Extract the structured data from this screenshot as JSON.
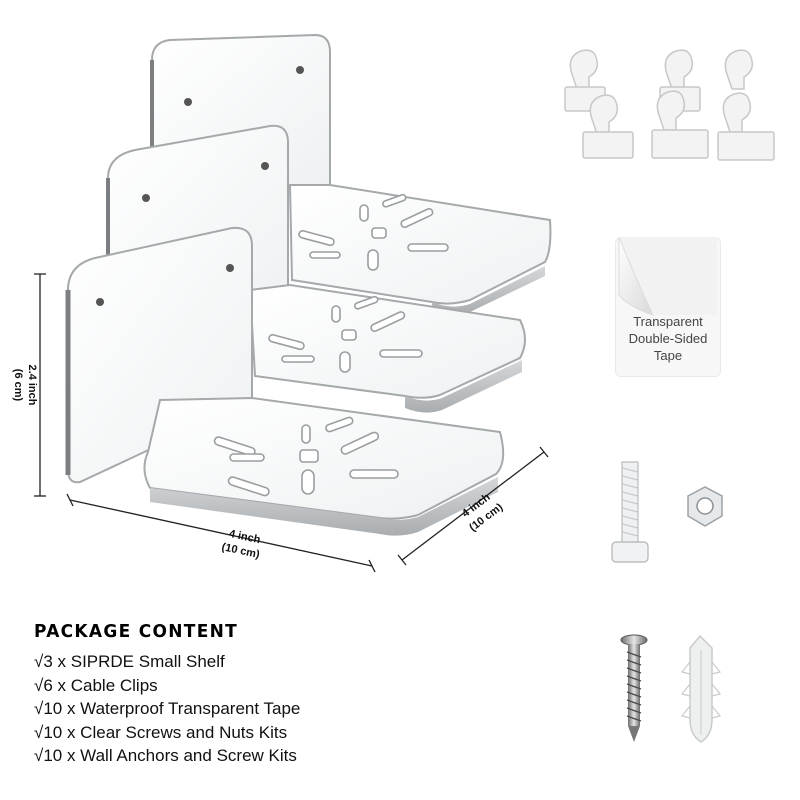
{
  "dimensions": {
    "height": {
      "value": "2.4 inch",
      "metric": "(6 cm)"
    },
    "width": {
      "value": "4 inch",
      "metric": "(10 cm)"
    },
    "depth": {
      "value": "4 inch",
      "metric": "(10 cm)"
    }
  },
  "accessories": {
    "tape_label_line1": "Transparent",
    "tape_label_line2": "Double-Sided",
    "tape_label_line3": "Tape"
  },
  "package": {
    "title": "PACKAGE CONTENT",
    "items": [
      "√3 x SIPRDE Small Shelf",
      "√6 x Cable Clips",
      "√10 x Waterproof Transparent Tape",
      "√10 x Clear Screws and Nuts Kits",
      "√10 x Wall Anchors and Screw Kits"
    ]
  },
  "colors": {
    "acrylic_edge": "#9a9a9a",
    "acrylic_fill": "#f4f6f7",
    "text": "#111111"
  },
  "icons": [
    "cable-clip-icon",
    "tape-icon",
    "machine-screw-icon",
    "hex-nut-icon",
    "wood-screw-icon",
    "wall-anchor-icon"
  ]
}
